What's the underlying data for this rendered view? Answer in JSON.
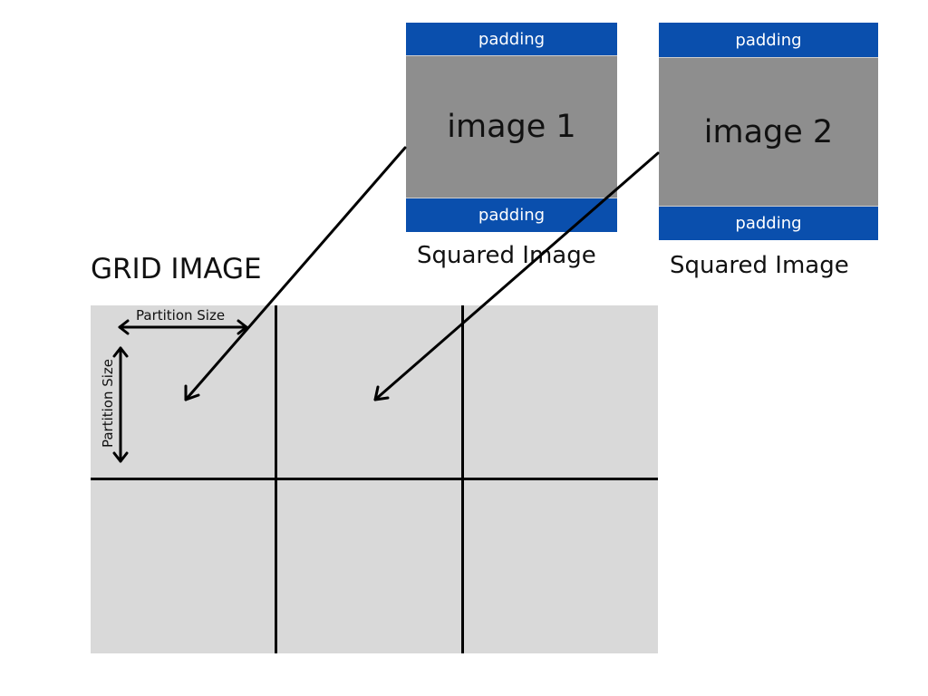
{
  "squared_images": [
    {
      "top_padding": "padding",
      "image_label": "image 1",
      "bottom_padding": "padding",
      "caption": "Squared Image"
    },
    {
      "top_padding": "padding",
      "image_label": "image 2",
      "bottom_padding": "padding",
      "caption": "Squared Image"
    }
  ],
  "grid": {
    "title": "GRID IMAGE",
    "rows": 2,
    "columns": 3,
    "horizontal_dimension_label": "Partition Size",
    "vertical_dimension_label": "Partition Size"
  },
  "colors": {
    "padding": "#0a4fad",
    "image": "#8e8e8e",
    "grid_background": "#d9d9d9",
    "lines": "#000000"
  }
}
